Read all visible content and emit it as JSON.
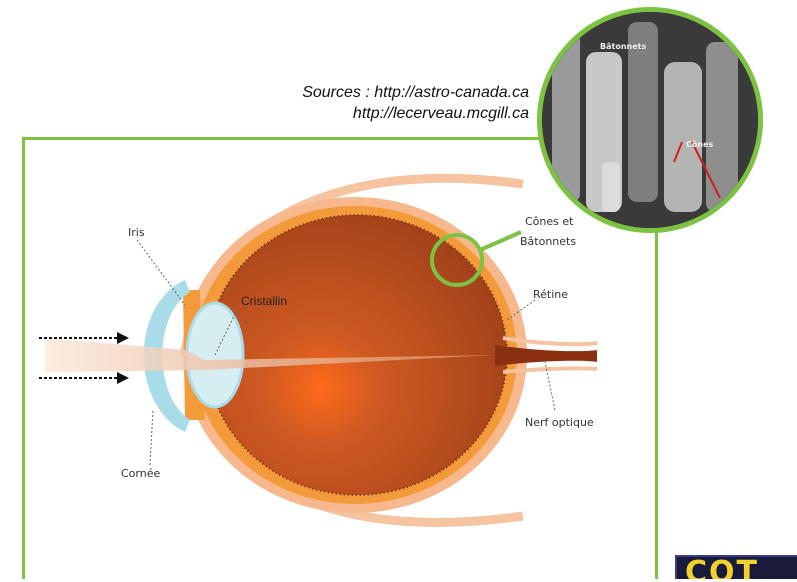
{
  "sources": {
    "line1": "Sources : http://astro-canada.ca",
    "line2": "http://lecerveau.mcgill.ca"
  },
  "diagram": {
    "labels": {
      "iris": "Iris",
      "cristallin": "Cristallin",
      "cones_line1": "Cônes et",
      "cones_line2": "Bâtonnets",
      "retine": "Rétine",
      "nerf": "Nerf optique",
      "cornee": "Cornée"
    },
    "colors": {
      "frame": "#7dc242",
      "globe": "#b5501f",
      "sclera": "#f4b48a",
      "cornea": "#a8dce8"
    }
  },
  "micrograph": {
    "label_batonnets": "Bâtonnets",
    "label_cones": "Cônes"
  },
  "logo": {
    "text": "COT"
  }
}
